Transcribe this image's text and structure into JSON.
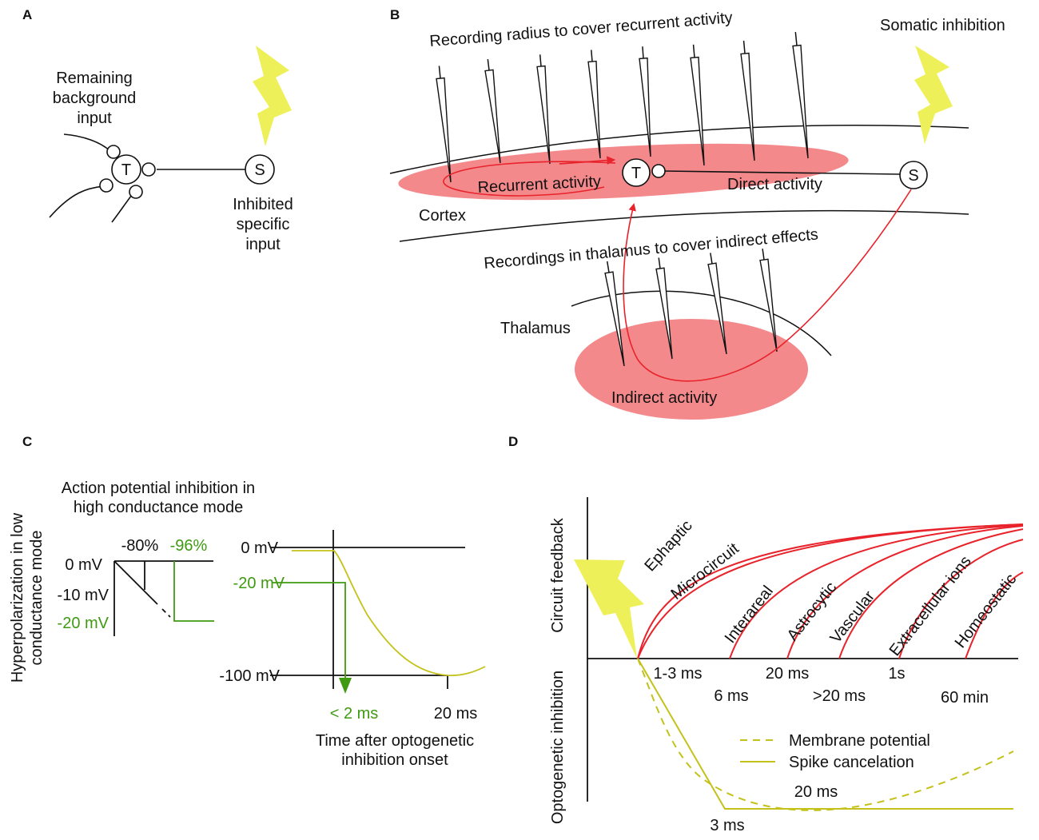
{
  "colors": {
    "red": "#e8232b",
    "pink": "#f4898c",
    "yellow_bolt": "#eef05a",
    "yellow_line": "#c4c21a",
    "green": "#3f9a12",
    "black": "#111111"
  },
  "panelA": {
    "label": "A",
    "background_input": [
      "Remaining",
      "background",
      "input"
    ],
    "target_node": "T",
    "source_node": "S",
    "inhibited_input": [
      "Inhibited",
      "specific",
      "input"
    ]
  },
  "panelB": {
    "label": "B",
    "recording_radius": "Recording radius to cover recurrent activity",
    "somatic_inhibition": "Somatic inhibition",
    "recurrent_activity": "Recurrent activity",
    "direct_activity": "Direct activity",
    "cortex": "Cortex",
    "thalamus_recordings": "Recordings in thalamus to cover indirect effects",
    "thalamus": "Thalamus",
    "indirect_activity": "Indirect activity",
    "target_node": "T",
    "source_node": "S"
  },
  "panelC": {
    "label": "C",
    "title": [
      "Action potential inhibition in",
      "high conductance mode"
    ],
    "ylabel": [
      "Hyperpolarization in low",
      "conductance mode"
    ],
    "left_ticks": [
      "0 mV",
      "-10 mV",
      "-20 mV"
    ],
    "pct_black": "-80%",
    "pct_green": "-96%",
    "right_ticks": [
      "0 mV",
      "-20 mV",
      "-100 mV"
    ],
    "lt2ms": "< 2 ms",
    "t20ms": "20 ms",
    "xlabel": [
      "Time after optogenetic",
      "inhibition onset"
    ]
  },
  "panelD": {
    "label": "D",
    "ylabel_top": "Circuit feedback",
    "ylabel_bottom": "Optogenetic inhibition",
    "curves": [
      "Ephaptic",
      "Microcircuit",
      "Interareal",
      "Astrocytic",
      "Vascular",
      "Extracellular ions",
      "Homeostatic"
    ],
    "time_top": [
      "1-3 ms",
      "20 ms",
      "1s"
    ],
    "time_bottom": [
      "6 ms",
      ">20 ms",
      "60 min"
    ],
    "legend_dashed": "Membrane potential",
    "legend_solid": "Spike cancelation",
    "t20ms": "20 ms",
    "t3ms": "3 ms"
  }
}
